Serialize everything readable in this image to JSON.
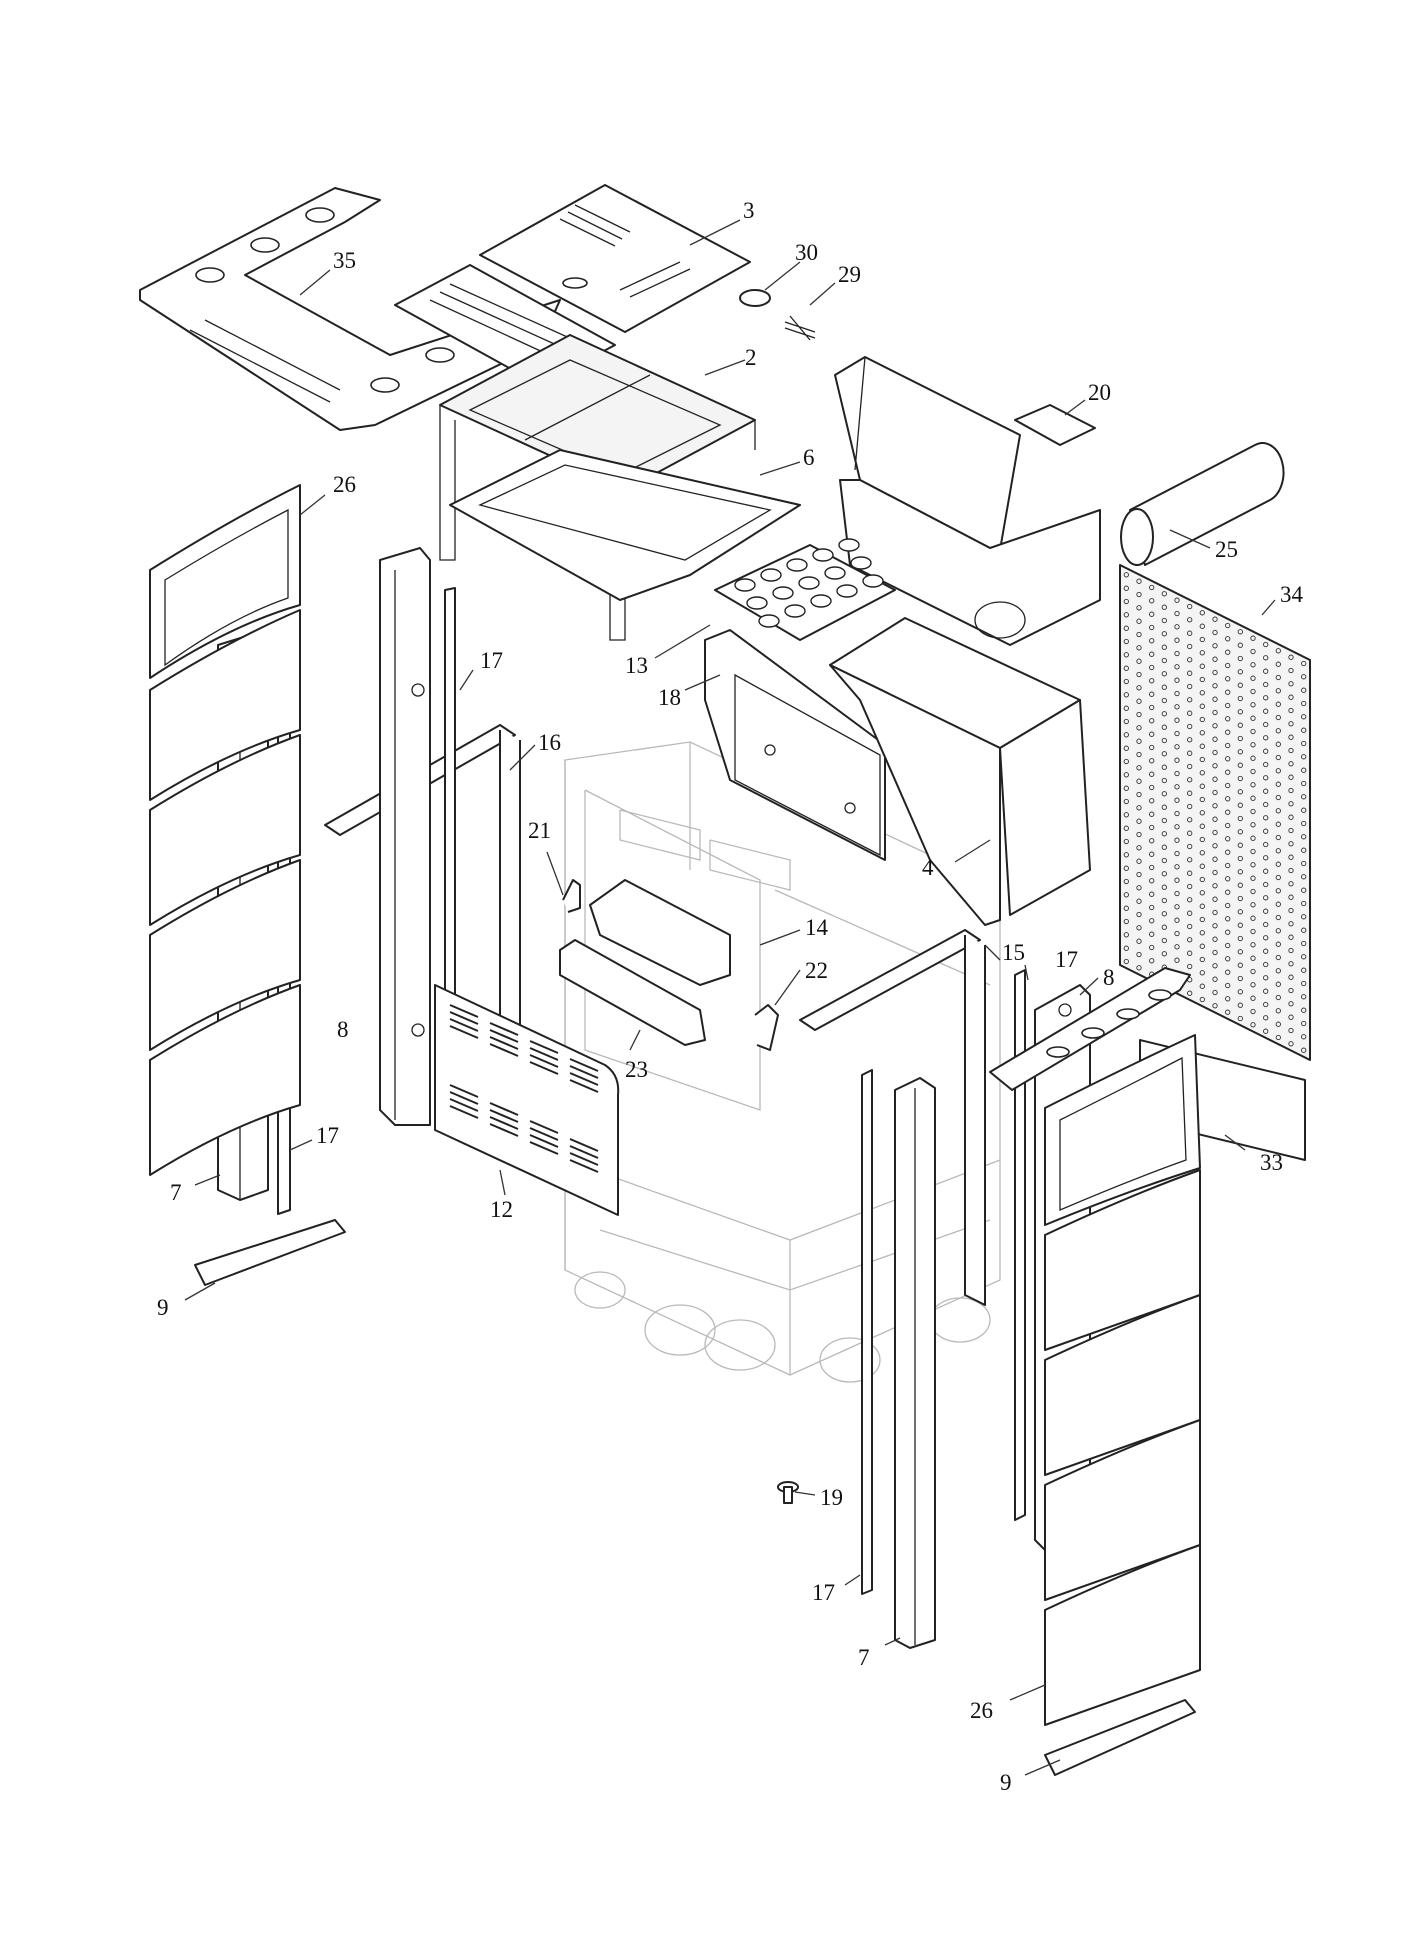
{
  "callouts": [
    {
      "id": "c3",
      "label": "3"
    },
    {
      "id": "c30",
      "label": "30"
    },
    {
      "id": "c29",
      "label": "29"
    },
    {
      "id": "c35",
      "label": "35"
    },
    {
      "id": "c2",
      "label": "2"
    },
    {
      "id": "c20",
      "label": "20"
    },
    {
      "id": "c6",
      "label": "6"
    },
    {
      "id": "c26a",
      "label": "26"
    },
    {
      "id": "c25",
      "label": "25"
    },
    {
      "id": "c34",
      "label": "34"
    },
    {
      "id": "c13",
      "label": "13"
    },
    {
      "id": "c17a",
      "label": "17"
    },
    {
      "id": "c18",
      "label": "18"
    },
    {
      "id": "c16",
      "label": "16"
    },
    {
      "id": "c21",
      "label": "21"
    },
    {
      "id": "c4",
      "label": "4"
    },
    {
      "id": "c14",
      "label": "14"
    },
    {
      "id": "c15",
      "label": "15"
    },
    {
      "id": "c17b",
      "label": "17"
    },
    {
      "id": "c22",
      "label": "22"
    },
    {
      "id": "c8a",
      "label": "8"
    },
    {
      "id": "c8b",
      "label": "8"
    },
    {
      "id": "c23",
      "label": "23"
    },
    {
      "id": "c17c",
      "label": "17"
    },
    {
      "id": "c33",
      "label": "33"
    },
    {
      "id": "c7a",
      "label": "7"
    },
    {
      "id": "c12",
      "label": "12"
    },
    {
      "id": "c9a",
      "label": "9"
    },
    {
      "id": "c19",
      "label": "19"
    },
    {
      "id": "c17d",
      "label": "17"
    },
    {
      "id": "c7b",
      "label": "7"
    },
    {
      "id": "c26b",
      "label": "26"
    },
    {
      "id": "c9b",
      "label": "9"
    }
  ]
}
